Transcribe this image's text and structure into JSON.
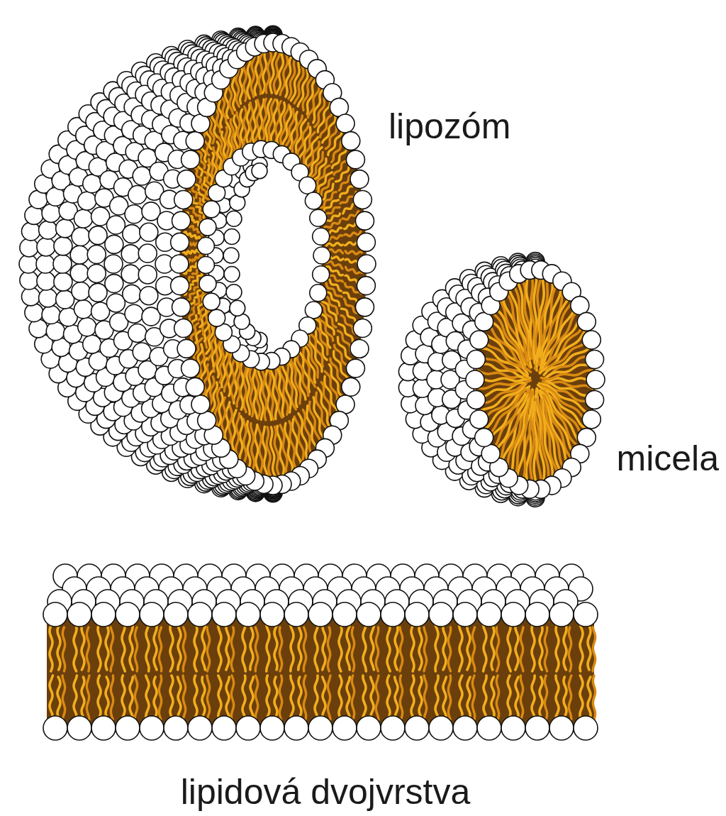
{
  "diagram": {
    "labels": [
      "lipozóm",
      "micela",
      "lipidová dvojvrstva"
    ]
  }
}
